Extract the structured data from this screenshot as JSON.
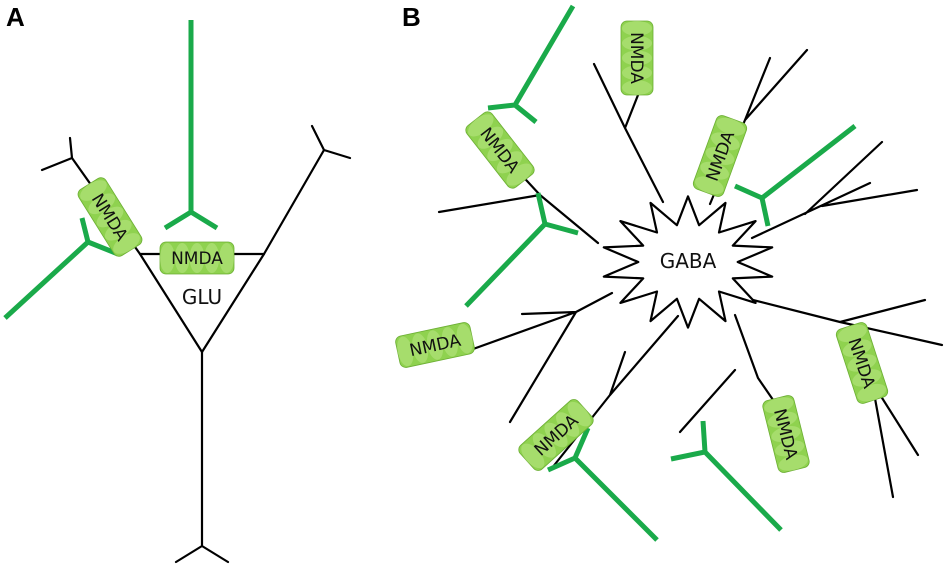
{
  "panels": {
    "a": {
      "label": "A",
      "cell_label": "GLU"
    },
    "b": {
      "label": "B",
      "cell_label": "GABA"
    }
  },
  "receptor_label": "NMDA",
  "colors": {
    "axon": "#1aaa4a",
    "receptor_fill": "#8fd24f",
    "receptor_bead": "#b9e685",
    "receptor_edge": "#6cae34",
    "dendrite": "#000000",
    "cell_fill": "#ffffff"
  }
}
